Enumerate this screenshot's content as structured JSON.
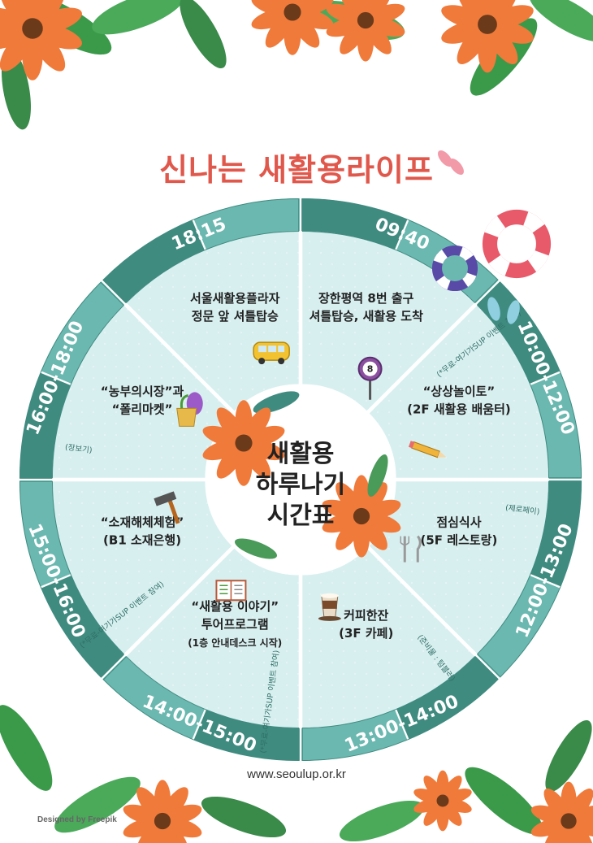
{
  "title": "신나는 새활용라이프",
  "center": [
    "새활용",
    "하루나기",
    "시간표"
  ],
  "colors": {
    "title": "#e0584c",
    "band_dark": "#3f8b80",
    "band_light": "#6ab8b0",
    "segment_bg": "#d8eff0",
    "segment_divider": "#ffffff",
    "text": "#222222",
    "note": "#2f6f66"
  },
  "segments": [
    {
      "time": "09:40",
      "lines": [
        "장한평역 8번 출구",
        "셔틀탑승, 새활용 도착"
      ],
      "note": "",
      "icon": "bus-stop-sign-icon",
      "badge": "8"
    },
    {
      "time": "10:00-12:00",
      "lines": [
        "“상상놀이토”",
        "(2F 새활용 배움터)"
      ],
      "note": "(*무료-여기가SUP 이벤트 참여)",
      "icon": "pencil-icon"
    },
    {
      "time": "12:00-13:00",
      "lines": [
        "점심식사",
        "(5F 레스토랑)"
      ],
      "note": "(제로페이)",
      "icon": "cutlery-icon"
    },
    {
      "time": "13:00-14:00",
      "lines": [
        "커피한잔",
        "(3F 카페)"
      ],
      "note": "(준비물 : 텀블러)",
      "icon": "coffee-cup-icon"
    },
    {
      "time": "14:00-15:00",
      "lines": [
        "“새활용 이야기”",
        "투어프로그램",
        "(1층 안내데스크 시작)"
      ],
      "note": "(*무료-여기가SUP 이벤트 참여)",
      "icon": "book-icon"
    },
    {
      "time": "15:00-16:00",
      "lines": [
        "“소재해체체험”",
        "(B1 소재은행)"
      ],
      "note": "(*무료-여기가SUP 이벤트 참여)",
      "icon": "hammer-icon"
    },
    {
      "time": "16:00-18:00",
      "lines": [
        "“농부의시장”과",
        "“폴리마켓”"
      ],
      "note": "(장보기)",
      "icon": "vegetable-bag-icon"
    },
    {
      "time": "18:15",
      "lines": [
        "서울새활용플라자",
        "정문 앞 셔틀탑승"
      ],
      "note": "",
      "icon": "bus-icon"
    }
  ],
  "url": "www.seoulup.or.kr",
  "credit": "Designed by Freepik"
}
